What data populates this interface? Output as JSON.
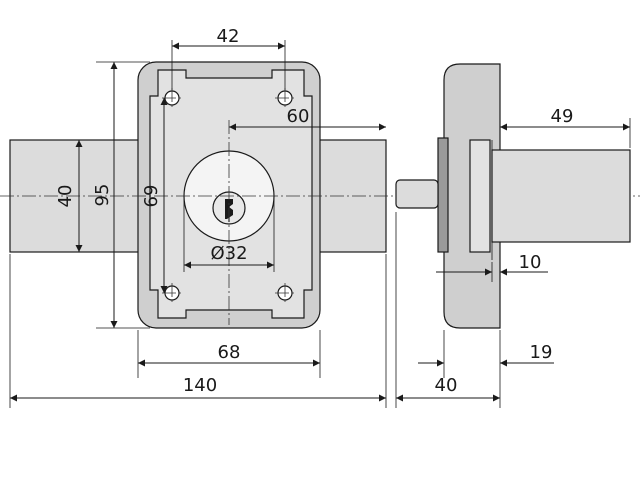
{
  "colors": {
    "body_fill": "#cfcfcf",
    "plate_fill": "#e2e2e2",
    "bolt_fill": "#dcdcdc",
    "line": "#1a1a1a"
  },
  "dimensions": {
    "width_top": "42",
    "offset_60": "60",
    "cylinder_diameter": "Ø32",
    "height_69": "69",
    "height_95": "95",
    "bolt_height_40": "40",
    "width_68": "68",
    "total_length_140": "140",
    "bolt_projection_49": "49",
    "thickness_10": "10",
    "depth_19": "19",
    "depth_40": "40"
  }
}
